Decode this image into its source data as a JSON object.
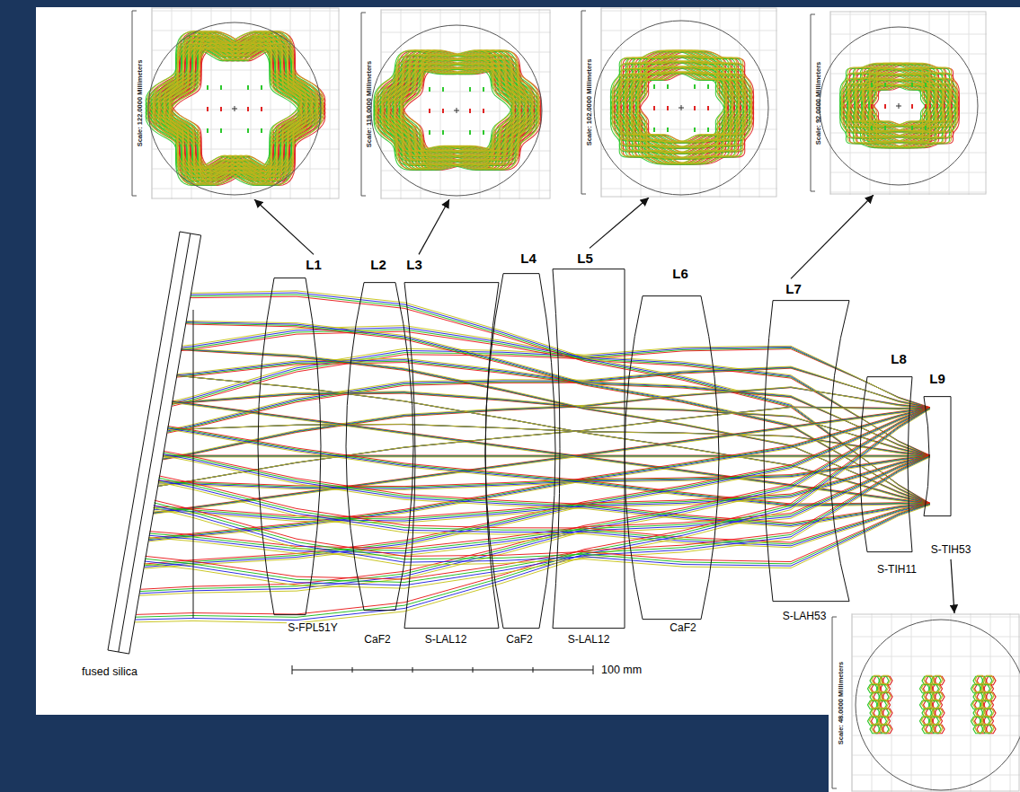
{
  "diagram": {
    "nodes": [
      {
        "text": [
          "Scale: 122.0000 Millimeters"
        ]
      },
      {
        "text": [
          "Scale: 118.0000 Millimeters"
        ]
      },
      {
        "text": [
          "Scale: 102.0000 Millimeters"
        ]
      },
      {
        "text": [
          "Scale: 92.0000 Millimeters"
        ]
      },
      {
        "text": [
          "L1",
          "S-FPL51Y"
        ]
      },
      {
        "text": [
          "L2",
          "CaF2"
        ]
      },
      {
        "text": [
          "L3",
          "S-LAL12"
        ]
      },
      {
        "text": [
          "L4",
          "CaF2"
        ]
      },
      {
        "text": [
          "L5",
          "S-LAL12"
        ]
      },
      {
        "text": [
          "L6",
          "CaF2"
        ]
      },
      {
        "text": [
          "L7",
          "S-LAH53"
        ]
      },
      {
        "text": [
          "L8",
          "S-TIH11"
        ]
      },
      {
        "text": [
          "L9",
          "S-TIH53"
        ]
      },
      {
        "text": [
          "Scale: 48.0000 Millimeters"
        ]
      }
    ],
    "edges": [
      {
        "from": 4,
        "to": 0,
        "arrow": "to"
      },
      {
        "from": 6,
        "to": 1,
        "arrow": "to"
      },
      {
        "from": 8,
        "to": 2,
        "arrow": "to"
      },
      {
        "from": 10,
        "to": 3,
        "arrow": "to"
      },
      {
        "from": 12,
        "to": 13,
        "arrow": "to"
      }
    ],
    "labels": [
      "fused silica",
      "100 mm"
    ]
  }
}
